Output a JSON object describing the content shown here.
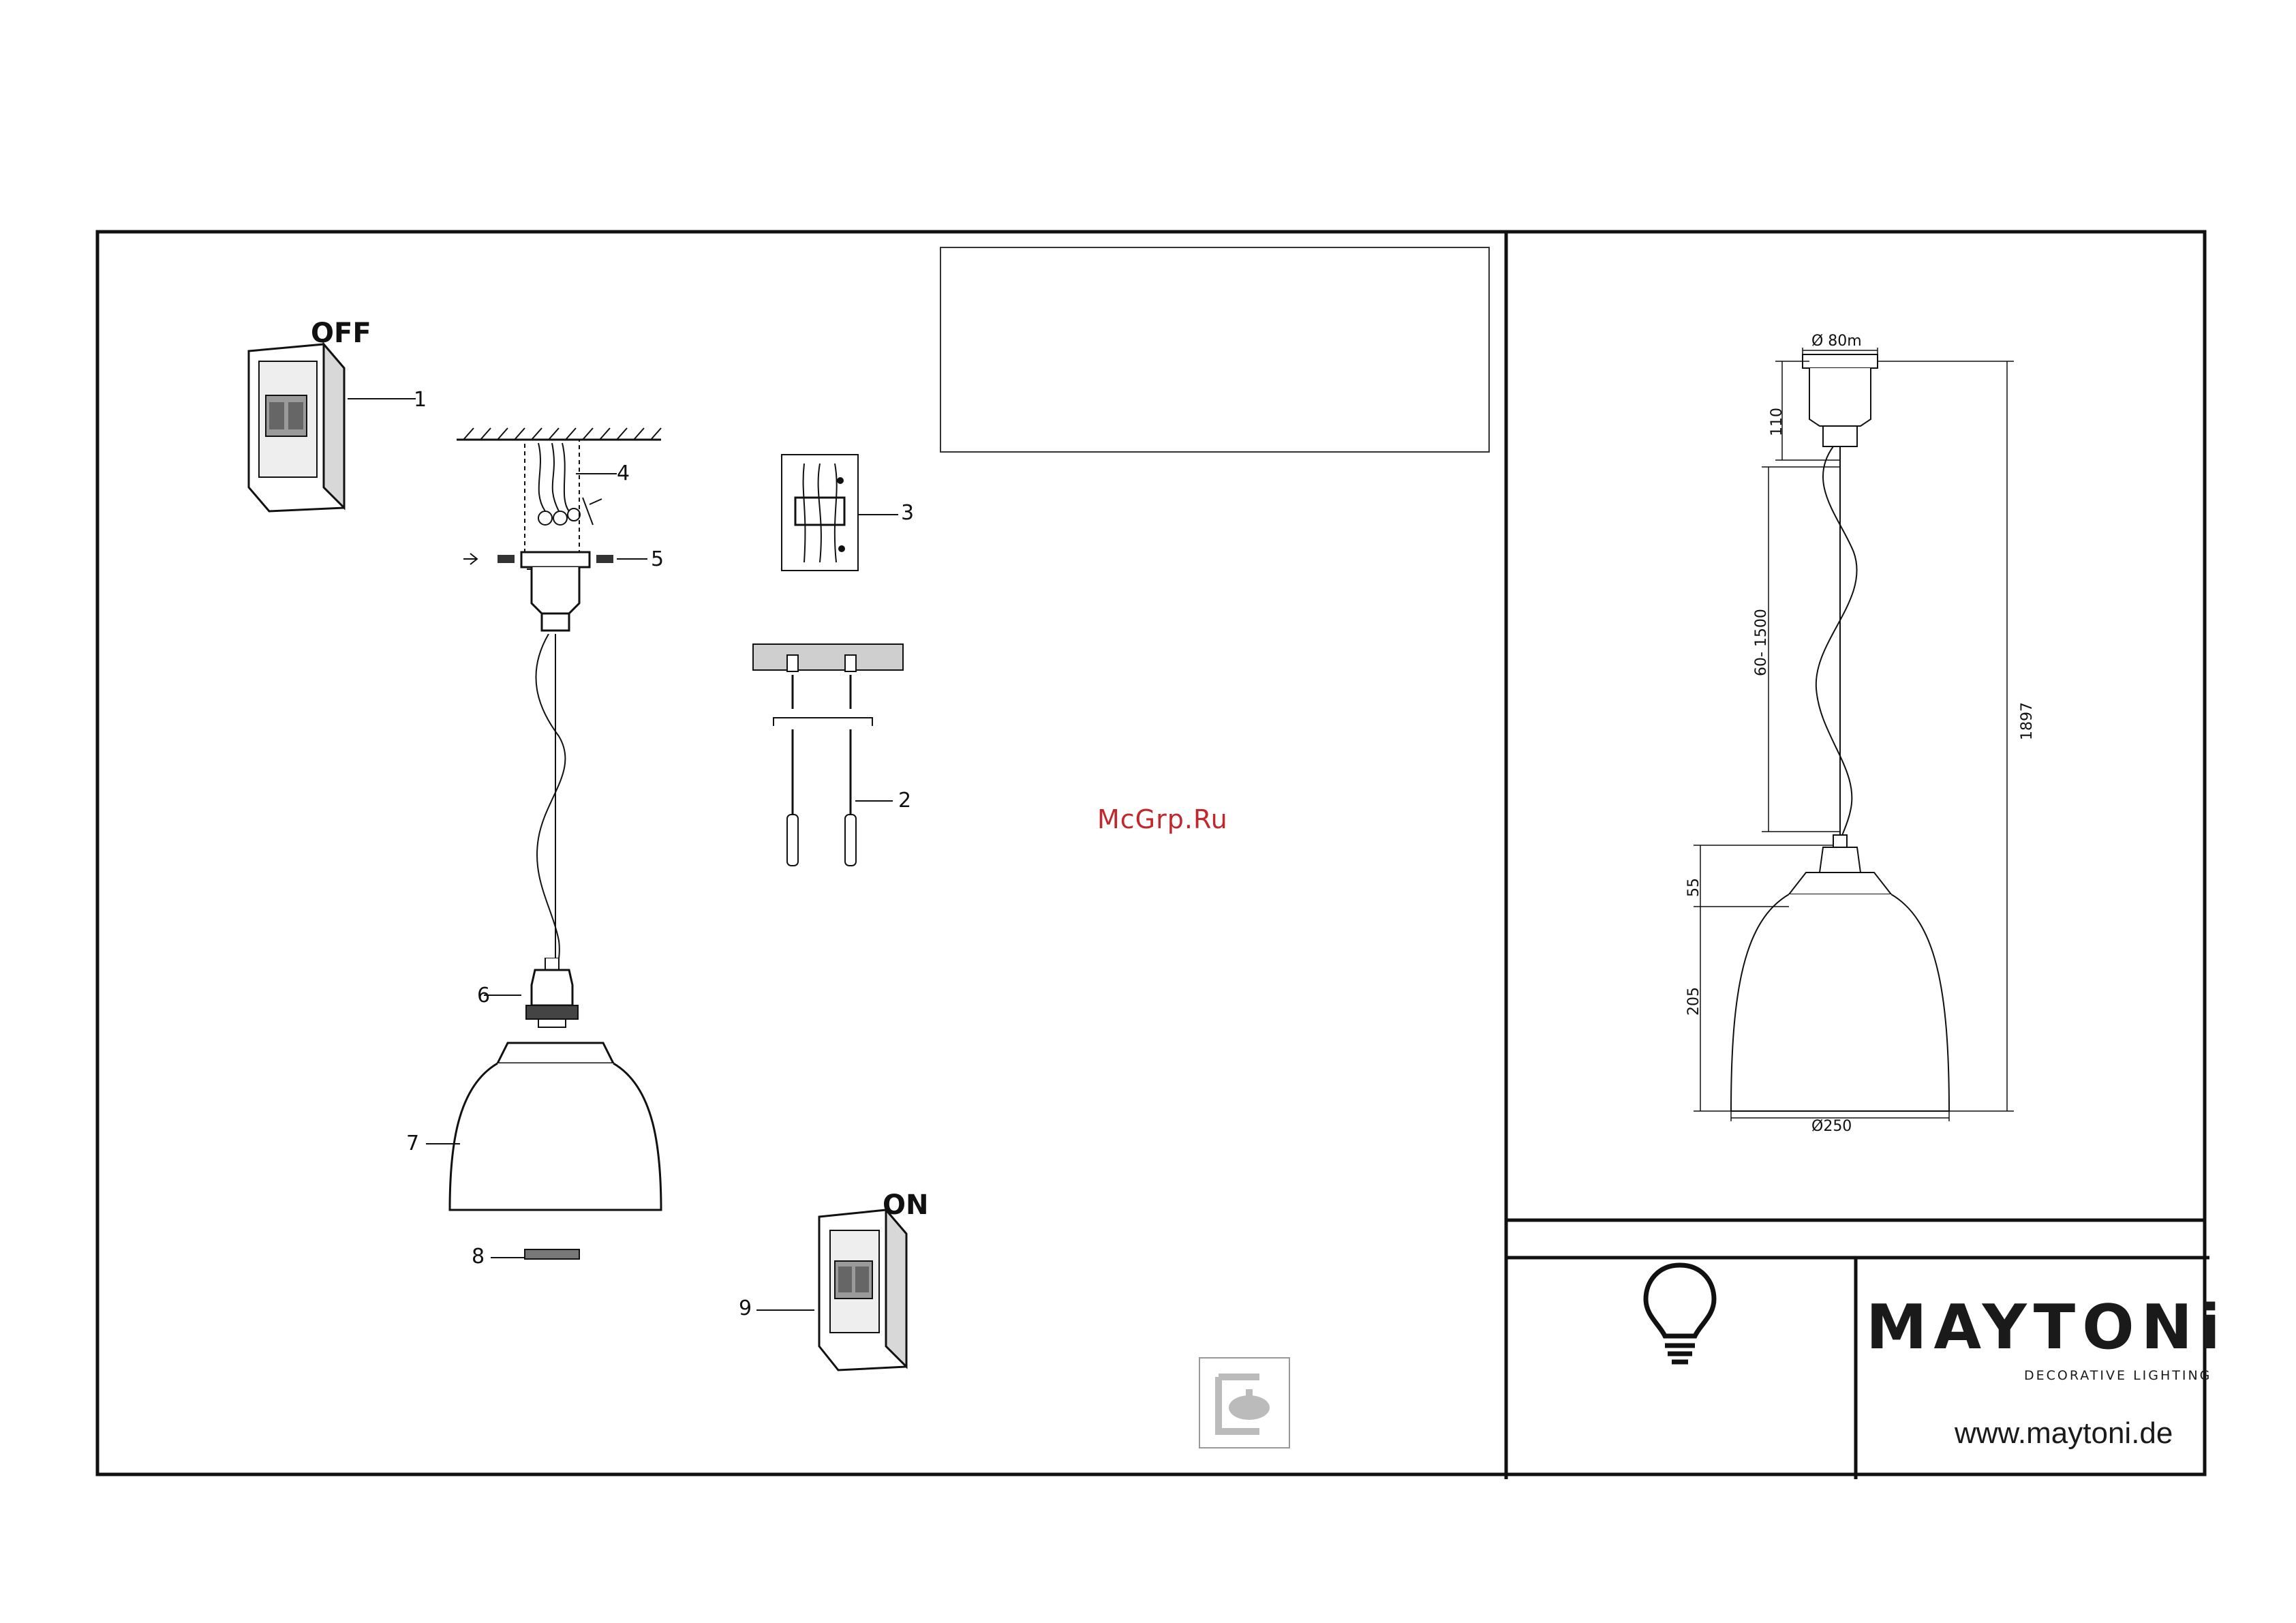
{
  "states": {
    "off": "OFF",
    "on": "ON"
  },
  "callouts": [
    "1",
    "2",
    "3",
    "4",
    "5",
    "6",
    "7",
    "8",
    "9"
  ],
  "watermark": "McGrp.Ru",
  "dimensions": {
    "canopy_diameter": "Ø 80m",
    "canopy_height": "110",
    "cord_length": "60- 1500",
    "total_height": "1897",
    "holder_height": "55",
    "shade_height": "205",
    "shade_diameter": "Ø250"
  },
  "brand": {
    "name": "MAYTONi",
    "tagline": "DECORATIVE LIGHTING",
    "url": "www.maytoni.de"
  },
  "icons": [
    "bulb-icon",
    "indoor-use-icon"
  ],
  "colors": {
    "line": "#111111",
    "watermark": "#c0282d"
  }
}
